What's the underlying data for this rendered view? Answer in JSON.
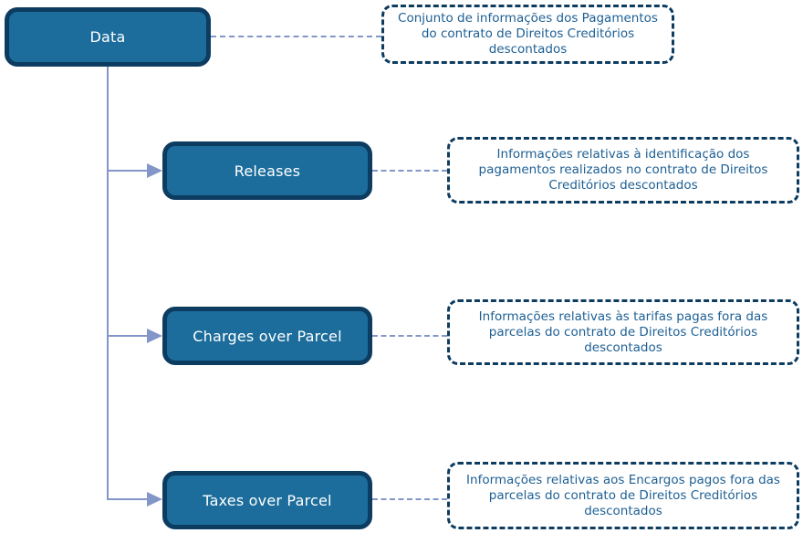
{
  "diagram": {
    "root": {
      "label": "Data",
      "description": "Conjunto de informações dos Pagamentos do contrato de Direitos Creditórios descontados"
    },
    "children": [
      {
        "label": "Releases",
        "description": "Informações relativas à identificação dos pagamentos realizados no contrato de Direitos Creditórios descontados"
      },
      {
        "label": "Charges over Parcel",
        "description": "Informações relativas às tarifas pagas fora das parcelas do contrato de Direitos Creditórios descontados"
      },
      {
        "label": "Taxes over Parcel",
        "description": "Informações relativas aos Encargos pagos fora das parcelas do contrato de Direitos Creditórios descontados"
      }
    ],
    "colors": {
      "node_fill": "#1c6d9c",
      "node_border": "#0d3c61",
      "node_text": "#ffffff",
      "annotation_border": "#0d3c61",
      "annotation_text": "#1d5f93",
      "connector": "#8296c8",
      "background": "#ffffff"
    }
  }
}
